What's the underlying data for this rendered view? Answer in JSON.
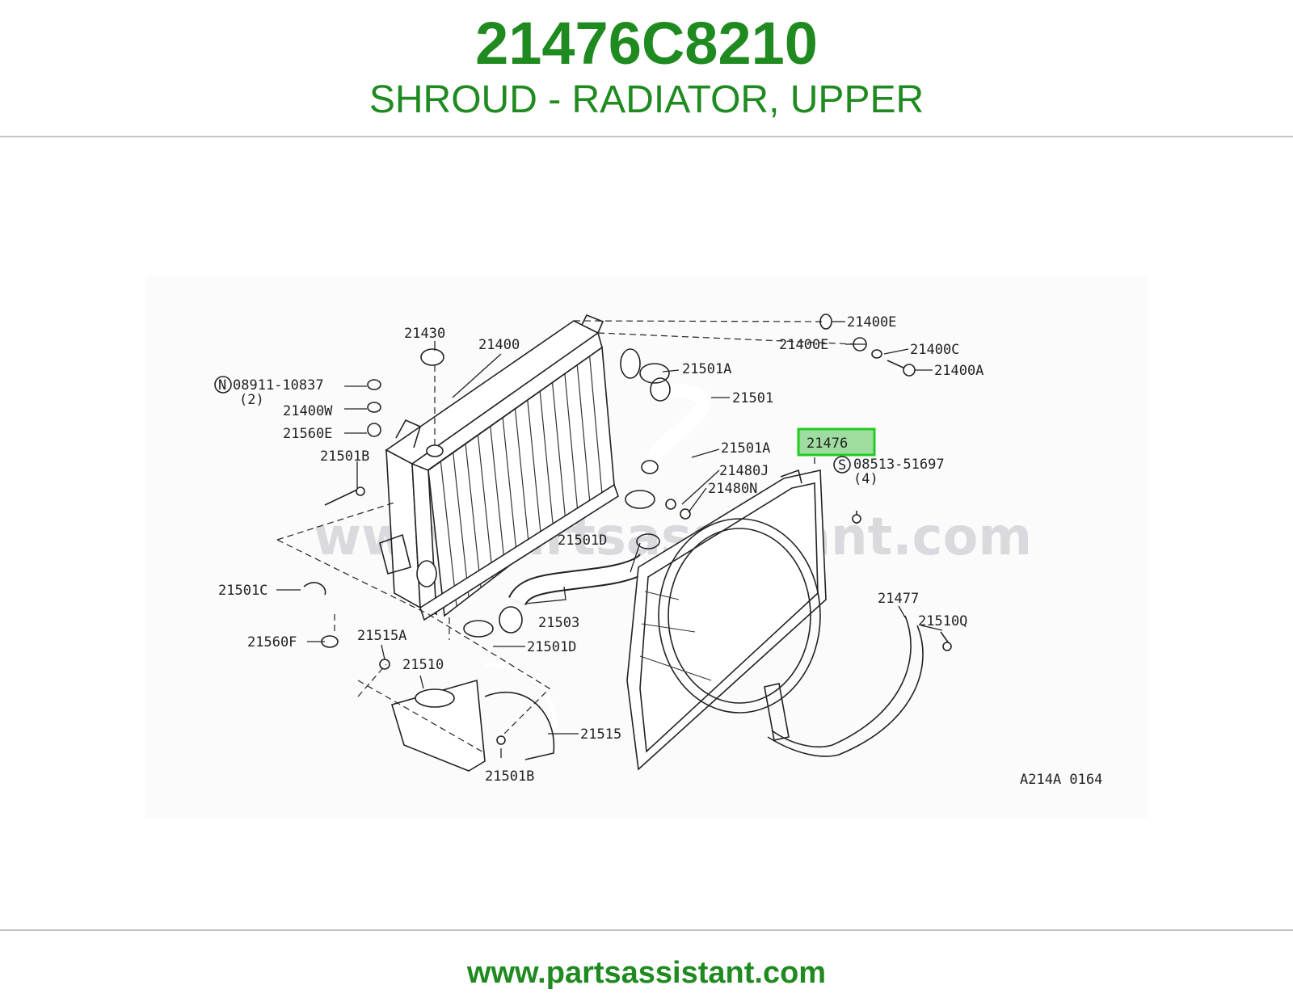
{
  "header": {
    "part_number": "21476C8210",
    "description": "SHROUD - RADIATOR, UPPER"
  },
  "diagram": {
    "watermark": "www.partsassistant.com",
    "figure_code": "A214A 0164",
    "highlight_label": "21476",
    "labels": {
      "l21430": "21430",
      "l21400": "21400",
      "l21400E_a": "21400E",
      "l21400E_b": "21400E",
      "l21400C": "21400C",
      "l21400A": "21400A",
      "l21501A_a": "21501A",
      "l21501": "21501",
      "l21501A_b": "21501A",
      "l21480J": "21480J",
      "l21480N": "21480N",
      "l08513": "08513-51697",
      "l08513_qty": "(4)",
      "l08911": "08911-10837",
      "l08911_qty": "(2)",
      "l21400W": "21400W",
      "l21560E": "21560E",
      "l21501B_a": "21501B",
      "l21501C": "21501C",
      "l21560F": "21560F",
      "l21515A": "21515A",
      "l21510": "21510",
      "l21501D_a": "21501D",
      "l21503": "21503",
      "l21501D_b": "21501D",
      "l21515": "21515",
      "l21501B_b": "21501B",
      "l21477": "21477",
      "l21510Q": "21510Q",
      "circle_N": "N",
      "circle_S": "S"
    }
  },
  "footer": {
    "url": "www.partsassistant.com"
  },
  "colors": {
    "brand_green": "#1f8a1f",
    "highlight_fill": "#9fdc9f",
    "highlight_border": "#22cc22"
  }
}
